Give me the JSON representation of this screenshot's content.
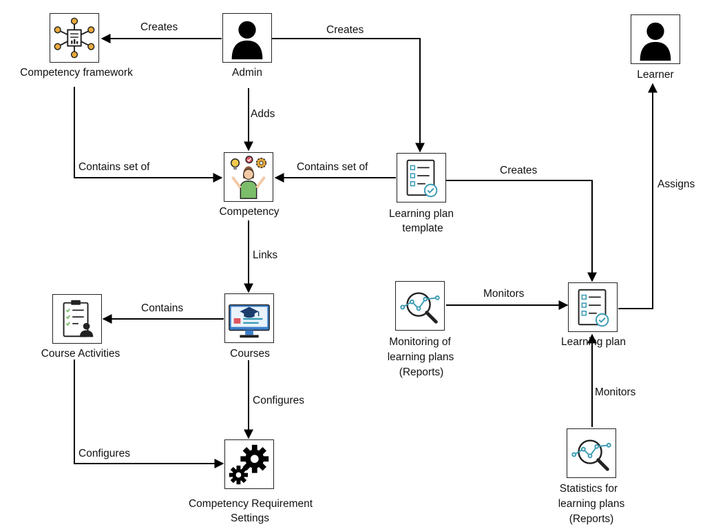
{
  "nodes": {
    "competency_framework": {
      "label": "Competency framework",
      "icon": "network-document-icon"
    },
    "admin": {
      "label": "Admin",
      "icon": "person-icon"
    },
    "learner": {
      "label": "Learner",
      "icon": "person-icon"
    },
    "competency": {
      "label": "Competency",
      "icon": "person-ideas-icon"
    },
    "learning_plan_template": {
      "label_line1": "Learning plan",
      "label_line2": "template",
      "icon": "checklist-icon"
    },
    "learning_plan": {
      "label": "Learning plan",
      "icon": "checklist-icon"
    },
    "monitoring_reports": {
      "label_line1": "Monitoring of",
      "label_line2": "learning plans",
      "label_line3": "(Reports)",
      "icon": "analytics-magnifier-icon"
    },
    "course_activities": {
      "label": "Course Activities",
      "icon": "clipboard-user-icon"
    },
    "courses": {
      "label": "Courses",
      "icon": "monitor-graduation-icon"
    },
    "competency_requirement_settings": {
      "label_line1": "Competency Requirement",
      "label_line2": "Settings",
      "icon": "gears-icon"
    },
    "statistics_reports": {
      "label_line1": "Statistics for",
      "label_line2": "learning plans",
      "label_line3": "(Reports)",
      "icon": "analytics-magnifier-icon"
    }
  },
  "edges": {
    "admin_creates_framework": "Creates",
    "admin_creates_template": "Creates",
    "admin_adds_competency": "Adds",
    "framework_contains_competency": "Contains set of",
    "template_contains_competency": "Contains set of",
    "template_creates_plan": "Creates",
    "plan_assigns_learner": "Assigns",
    "competency_links_courses": "Links",
    "monitoring_monitors_plan": "Monitors",
    "courses_contains_activities": "Contains",
    "courses_configures_settings": "Configures",
    "activities_configures_settings": "Configures",
    "statistics_monitors_plan": "Monitors"
  },
  "colors": {
    "accent": "#3a9bb5",
    "line": "#000000",
    "gold": "#e8a93a",
    "red": "#e0545f",
    "dark": "#2b2b2b"
  }
}
